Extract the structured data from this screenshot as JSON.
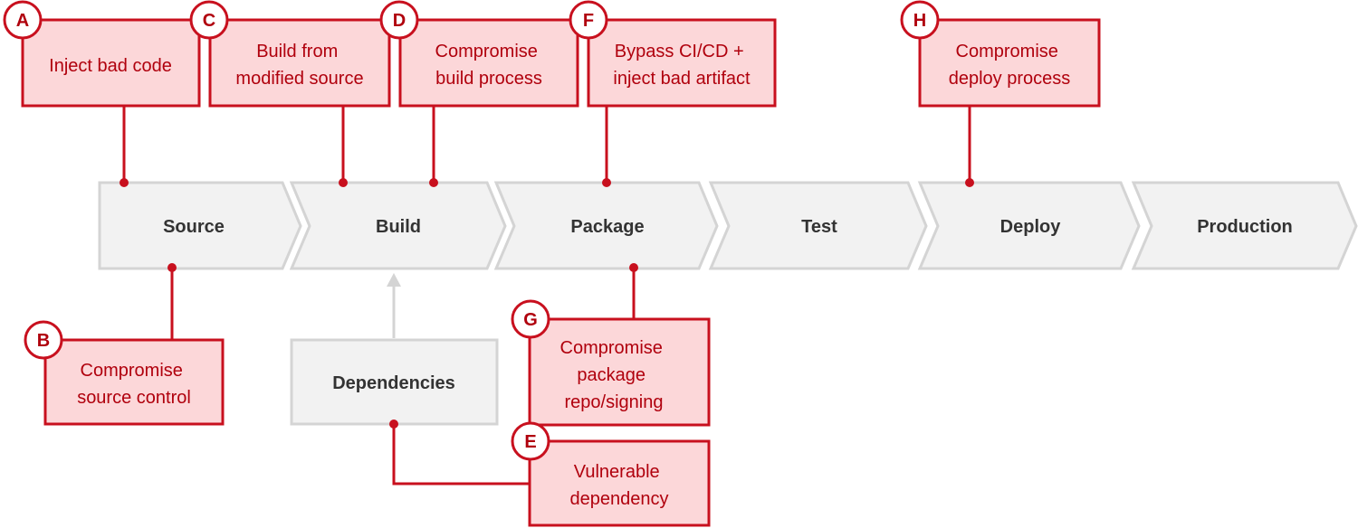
{
  "colors": {
    "threat_stroke": "#c8101e",
    "threat_fill": "#fcd7d9",
    "threat_text": "#b0000d",
    "stage_fill": "#f2f2f2",
    "stage_stroke": "#d4d4d4",
    "stage_text": "#333333"
  },
  "stages": [
    {
      "id": "source",
      "label": "Source"
    },
    {
      "id": "build",
      "label": "Build"
    },
    {
      "id": "package",
      "label": "Package"
    },
    {
      "id": "test",
      "label": "Test"
    },
    {
      "id": "deploy",
      "label": "Deploy"
    },
    {
      "id": "production",
      "label": "Production"
    }
  ],
  "dependencies": {
    "label": "Dependencies"
  },
  "threats": [
    {
      "id": "a",
      "badge": "A",
      "lines": [
        "Inject bad code"
      ]
    },
    {
      "id": "b",
      "badge": "B",
      "lines": [
        "Compromise",
        "source control"
      ]
    },
    {
      "id": "c",
      "badge": "C",
      "lines": [
        "Build from",
        "modified source"
      ]
    },
    {
      "id": "d",
      "badge": "D",
      "lines": [
        "Compromise",
        "build process"
      ]
    },
    {
      "id": "e",
      "badge": "E",
      "lines": [
        "Vulnerable",
        "dependency"
      ]
    },
    {
      "id": "f",
      "badge": "F",
      "lines": [
        "Bypass CI/CD +",
        "inject bad artifact"
      ]
    },
    {
      "id": "g",
      "badge": "G",
      "lines": [
        "Compromise",
        "package",
        "repo/signing"
      ]
    },
    {
      "id": "h",
      "badge": "H",
      "lines": [
        "Compromise",
        "deploy process"
      ]
    }
  ]
}
